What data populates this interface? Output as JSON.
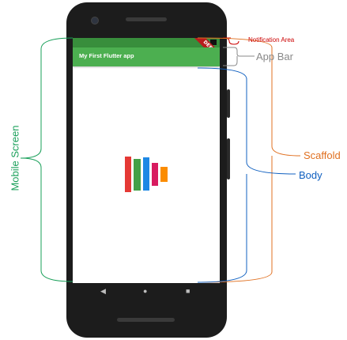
{
  "phone": {
    "app_bar_title": "My First Flutter app",
    "debug_banner": "DEBUG",
    "nav_buttons": [
      "◀",
      "●",
      "■"
    ]
  },
  "annotations": {
    "notification_area": "Notification Area",
    "app_bar": "App Bar",
    "scaffold": "Scaffold",
    "body": "Body",
    "mobile_screen": "Mobile Screen"
  },
  "colors": {
    "status_bar": "#388e3c",
    "app_bar": "#4caf50",
    "notification_label": "#cc0000",
    "app_bar_label": "#888888",
    "scaffold_label": "#e07020",
    "body_label": "#1060c0",
    "mobile_label": "#1aa05a",
    "logo_bars": [
      "#e53935",
      "#43a047",
      "#1e88e5",
      "#d81b60",
      "#fb8c00"
    ]
  },
  "icons": {
    "logo": "flutter-style-bars-logo",
    "nav": [
      "back-icon",
      "home-icon",
      "recents-icon"
    ]
  }
}
